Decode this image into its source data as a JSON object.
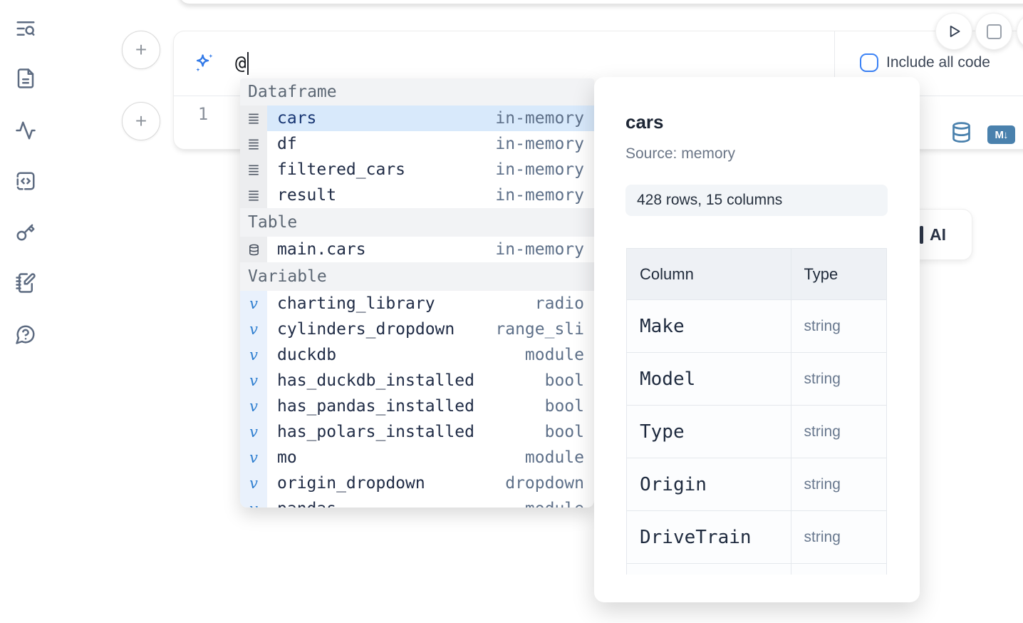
{
  "sidebar": {
    "icons": [
      "text-search",
      "file-text",
      "activity",
      "code-square",
      "key",
      "notebook-pen",
      "help-chat"
    ]
  },
  "prompt_cell": {
    "input_value": "@",
    "include_all_code_label": "Include all code",
    "include_all_code_checked": false,
    "line_number": "1",
    "markdown_badge": "M↓"
  },
  "run_controls": {
    "buttons": [
      "run",
      "stop",
      "partial"
    ]
  },
  "ai_card": {
    "visible_label": "AI"
  },
  "autocomplete": {
    "sections": [
      {
        "label": "Dataframe",
        "items": [
          {
            "name": "cars",
            "type": "in-memory",
            "icon": "dataframe",
            "selected": true
          },
          {
            "name": "df",
            "type": "in-memory",
            "icon": "dataframe"
          },
          {
            "name": "filtered_cars",
            "type": "in-memory",
            "icon": "dataframe"
          },
          {
            "name": "result",
            "type": "in-memory",
            "icon": "dataframe"
          }
        ]
      },
      {
        "label": "Table",
        "items": [
          {
            "name": "main.cars",
            "type": "in-memory",
            "icon": "database"
          }
        ]
      },
      {
        "label": "Variable",
        "items": [
          {
            "name": "charting_library",
            "type": "radio",
            "icon": "variable"
          },
          {
            "name": "cylinders_dropdown",
            "type": "range_sli",
            "icon": "variable"
          },
          {
            "name": "duckdb",
            "type": "module",
            "icon": "variable"
          },
          {
            "name": "has_duckdb_installed",
            "type": "bool",
            "icon": "variable"
          },
          {
            "name": "has_pandas_installed",
            "type": "bool",
            "icon": "variable"
          },
          {
            "name": "has_polars_installed",
            "type": "bool",
            "icon": "variable"
          },
          {
            "name": "mo",
            "type": "module",
            "icon": "variable"
          },
          {
            "name": "origin_dropdown",
            "type": "dropdown",
            "icon": "variable"
          },
          {
            "name": "pandas",
            "type": "module",
            "icon": "variable",
            "partial": true
          }
        ]
      }
    ]
  },
  "preview": {
    "title": "cars",
    "source": "Source: memory",
    "shape_badge": "428 rows, 15 columns",
    "table": {
      "headers": [
        "Column",
        "Type"
      ],
      "rows": [
        [
          "Make",
          "string"
        ],
        [
          "Model",
          "string"
        ],
        [
          "Type",
          "string"
        ],
        [
          "Origin",
          "string"
        ],
        [
          "DriveTrain",
          "string"
        ]
      ],
      "has_partial_row": true
    }
  },
  "colors": {
    "accent_blue": "#3b82f6",
    "selection_blue": "#d8e9fb",
    "icon_slate": "#5d6b81",
    "steel_blue": "#4a81ad"
  }
}
